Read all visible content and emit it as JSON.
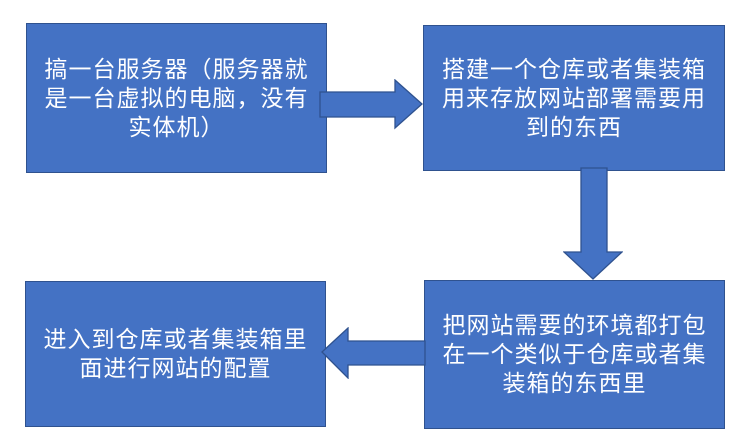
{
  "diagram": {
    "type": "flowchart",
    "colors": {
      "background": "#FFFFFF",
      "node_fill": "#4472C4",
      "node_border": "#2F528F",
      "node_text": "#FFFFFF"
    },
    "nodes": [
      {
        "id": "step-1",
        "position": "top-left",
        "text": "搞一台服务器（服务器就是一台虚拟的电脑，没有实体机）",
        "lines": [
          "搞一台服务器（服务器就",
          "是一台虚拟的电脑，没有",
          "实体机）"
        ]
      },
      {
        "id": "step-2",
        "position": "top-right",
        "text": "搭建一个仓库或者集装箱用来存放网站部署需要用到的东西",
        "lines": [
          "搭建一个仓库或者集装箱",
          "用来存放网站部署需要用",
          "到的东西"
        ]
      },
      {
        "id": "step-3",
        "position": "bottom-right",
        "text": "把网站需要的环境都打包在一个类似于仓库或者集装箱的东西里",
        "lines": [
          "把网站需要的环境都打包",
          "在一个类似于仓库或者集",
          "装箱的东西里"
        ]
      },
      {
        "id": "step-4",
        "position": "bottom-left",
        "text": "进入到仓库或者集装箱里面进行网站的配置",
        "lines": [
          "进入到仓库或者集装箱里",
          "面进行网站的配置"
        ]
      }
    ],
    "connectors": [
      {
        "from": "step-1",
        "to": "step-2",
        "direction": "right"
      },
      {
        "from": "step-2",
        "to": "step-3",
        "direction": "down"
      },
      {
        "from": "step-3",
        "to": "step-4",
        "direction": "left"
      }
    ]
  }
}
